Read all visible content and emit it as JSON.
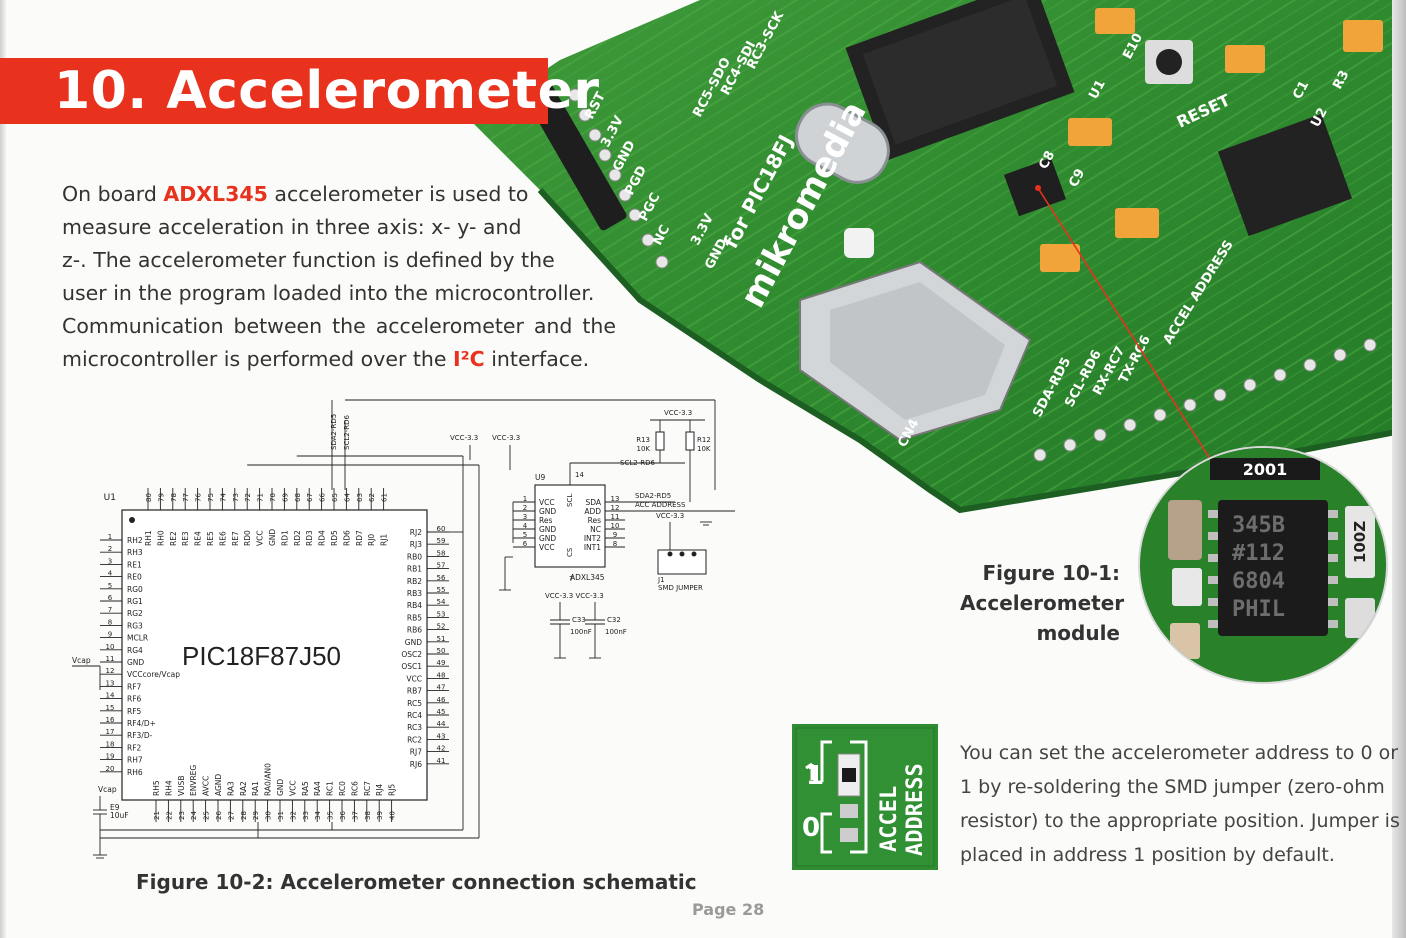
{
  "title": "10. Accelerometer",
  "intro": {
    "line1_pre": "On board ",
    "line1_highlight": "ADXL345",
    "line1_post": " accelerometer is used to",
    "line2": "measure acceleration in three axis: x- y- and",
    "line3": "z-. The accelerometer function is defined by the",
    "line4": "user in the program loaded into the microcontroller.",
    "line5": "Communication between the accelerometer and the",
    "line6_pre": "microcontroller is performed over the ",
    "line6_highlight": "I²C",
    "line6_post": " interface."
  },
  "figure1_caption": [
    "Figure 10-1:",
    "Accelerometer",
    "module"
  ],
  "figure2_caption": "Figure 10-2: Accelerometer connection schematic",
  "page_number": "Page 28",
  "address_text": [
    "You can set the accelerometer address to 0 or",
    "1 by re-soldering the SMD jumper (zero-ohm",
    "resistor) to the appropriate position. Jumper is",
    "placed in address 1 position by default."
  ],
  "addr_photo": {
    "label_top": "1",
    "label_bottom": "0",
    "silk_1": "ACCEL",
    "silk_2": "ADDRESS"
  },
  "zoom_chip": {
    "top": "2001",
    "line1": "345B",
    "line2": "#112",
    "line3": "6804",
    "line4": "PHIL",
    "side": "100Z"
  },
  "pcb_labels": {
    "brand": "mikromedia",
    "brand_sub": "for PIC18FJ",
    "reset": "RESET",
    "accel_addr": "ACCEL ADDRESS",
    "pins": [
      "RST",
      "3.3V",
      "GND",
      "PGD",
      "PGC",
      "NC",
      "3.3V",
      "GND",
      "SDA-RD5",
      "SCL-RD6",
      "RX-RC7",
      "TX-RC6",
      "RC5-SDO",
      "RC4-SDI",
      "RC3-SCK",
      "C8",
      "C9",
      "U1",
      "U2",
      "CN4",
      "E10",
      "C1",
      "R3"
    ]
  },
  "schematic": {
    "mcu_name": "PIC18F87J50",
    "mcu_ref": "U1",
    "accel_ref": "U9",
    "accel_name": "ADXL345",
    "jumper_ref": "J1",
    "jumper_name": "SMD JUMPER",
    "vcc": "VCC-3.3",
    "vcap": "Vcap",
    "left_pins": [
      "RH2",
      "RH3",
      "RE1",
      "RE0",
      "RG0",
      "RG1",
      "RG2",
      "RG3",
      "MCLR",
      "RG4",
      "GND",
      "VCCcore/Vcap",
      "RF7",
      "RF6",
      "RF5",
      "RF4/D+",
      "RF3/D-",
      "RF2",
      "RH7",
      "RH6"
    ],
    "right_pins": [
      "RJ2",
      "RJ3",
      "RB0",
      "RB1",
      "RB2",
      "RB3",
      "RB4",
      "RB5",
      "RB6",
      "GND",
      "OSC2",
      "OSC1",
      "VCC",
      "RB7",
      "RC5",
      "RC4",
      "RC3",
      "RC2",
      "RJ7",
      "RJ6"
    ],
    "top_pins": [
      "RH1",
      "RH0",
      "RE2",
      "RE3",
      "RE4",
      "RE5",
      "RE6",
      "RE7",
      "RD0",
      "VCC",
      "GND",
      "RD1",
      "RD2",
      "RD3",
      "RD4",
      "RD5",
      "RD6",
      "RD7",
      "RJ0",
      "RJ1"
    ],
    "bottom_pins": [
      "RH5",
      "RH4",
      "VUSB",
      "ENVREG",
      "AVCC",
      "AGND",
      "RA3",
      "RA2",
      "RA1",
      "RA0/AN0",
      "GND",
      "VCC",
      "RA5",
      "RA4",
      "RC1",
      "RC0",
      "RC6",
      "RC7",
      "RJ4",
      "RJ5"
    ],
    "top_nums": [
      "80",
      "79",
      "78",
      "77",
      "76",
      "75",
      "74",
      "73",
      "72",
      "71",
      "70",
      "69",
      "68",
      "67",
      "66",
      "65",
      "64",
      "63",
      "62",
      "61"
    ],
    "bottom_nums": [
      "21",
      "22",
      "23",
      "24",
      "25",
      "26",
      "27",
      "28",
      "29",
      "30",
      "31",
      "32",
      "33",
      "34",
      "35",
      "36",
      "37",
      "38",
      "39",
      "40"
    ],
    "left_nums": [
      "1",
      "2",
      "3",
      "4",
      "5",
      "6",
      "7",
      "8",
      "9",
      "10",
      "11",
      "12",
      "13",
      "14",
      "15",
      "16",
      "17",
      "18",
      "19",
      "20"
    ],
    "right_nums": [
      "60",
      "59",
      "58",
      "57",
      "56",
      "55",
      "54",
      "53",
      "52",
      "51",
      "50",
      "49",
      "48",
      "47",
      "46",
      "45",
      "44",
      "43",
      "42",
      "41"
    ],
    "accel_left": [
      "VCC",
      "GND",
      "Res",
      "GND",
      "GND",
      "VCC"
    ],
    "accel_right": [
      "SDA",
      "ADD",
      "Res",
      "NC",
      "INT2",
      "INT1"
    ],
    "accel_left_nums": [
      "1",
      "2",
      "3",
      "4",
      "5",
      "6"
    ],
    "accel_right_nums": [
      "13",
      "12",
      "11",
      "10",
      "9",
      "8"
    ],
    "accel_top_pins": [
      "SCL",
      "CS"
    ],
    "accel_top_nums": [
      "14",
      "7"
    ],
    "net_sda": "SDA2-RD5",
    "net_scl": "SCL2-RD6",
    "net_acc": "ACC ADDRESS",
    "r13": "R13",
    "r13v": "10K",
    "r12": "R12",
    "r12v": "10K",
    "c33": "C33",
    "c33v": "100nF",
    "c32": "C32",
    "c32v": "100nF",
    "e9": "E9",
    "e9v": "10uF",
    "vcc_pair": "VCC-3.3 VCC-3.3"
  }
}
